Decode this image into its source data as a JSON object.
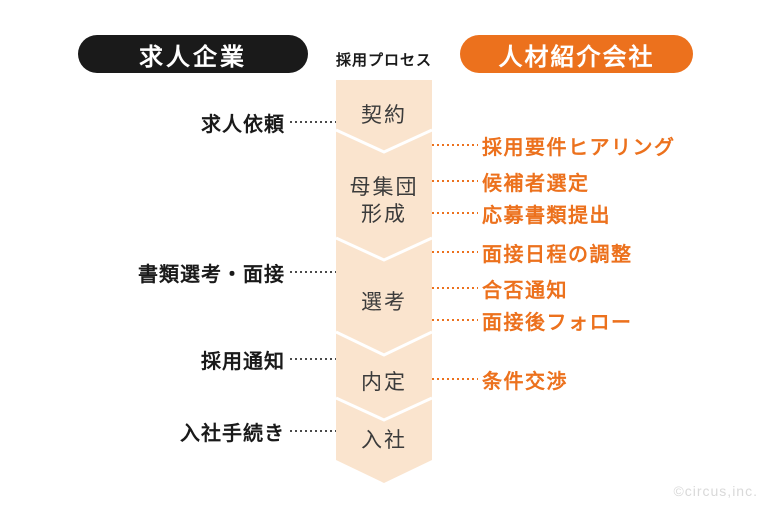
{
  "header": {
    "company_pill": "求人企業",
    "process_label": "採用プロセス",
    "agency_pill": "人材紹介会社"
  },
  "stages": [
    {
      "label": "契約"
    },
    {
      "label": "母集団",
      "label2": "形成"
    },
    {
      "label": "選考"
    },
    {
      "label": "内定"
    },
    {
      "label": "入社"
    }
  ],
  "company_steps": [
    "求人依頼",
    "書類選考・面接",
    "採用通知",
    "入社手続き"
  ],
  "agency_steps": [
    "採用要件ヒアリング",
    "候補者選定",
    "応募書類提出",
    "面接日程の調整",
    "合否通知",
    "面接後フォロー",
    "条件交渉"
  ],
  "footer": {
    "copyright": "©circus,inc."
  },
  "colors": {
    "accent_orange": "#ec711d",
    "pill_black": "#1a1a1a",
    "flow_peach": "#fae4ce"
  }
}
